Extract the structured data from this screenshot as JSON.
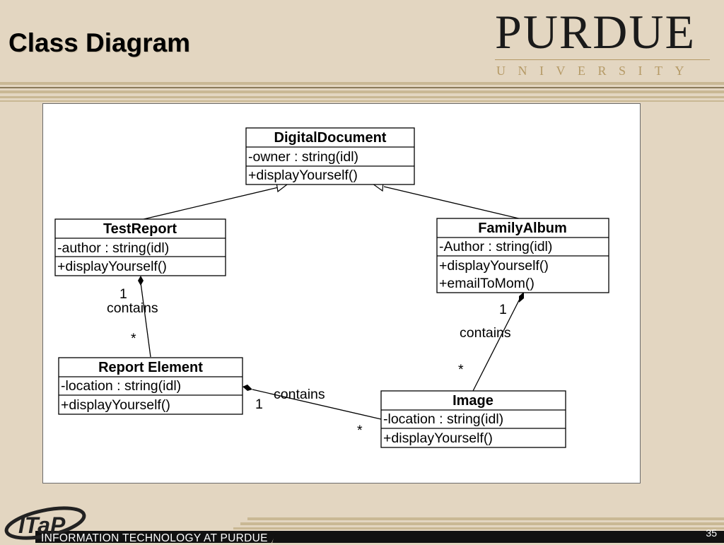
{
  "slide": {
    "title": "Class Diagram",
    "page_number": "35",
    "logo_text": "PURDUE",
    "logo_subtext": "UNIVERSITY",
    "footer_logo_text": "ITaP",
    "footer_text": "INFORMATION TECHNOLOGY AT PURDUE"
  },
  "colors": {
    "background": "#e3d6c1",
    "stripe": "#c9b894",
    "dark_band": "#111111",
    "panel": "#ffffff"
  },
  "diagram": {
    "classes": {
      "digital_document": {
        "name": "DigitalDocument",
        "attributes": [
          "-owner : string(idl)"
        ],
        "operations": [
          "+displayYourself()"
        ]
      },
      "test_report": {
        "name": "TestReport",
        "attributes": [
          "-author : string(idl)"
        ],
        "operations": [
          "+displayYourself()"
        ]
      },
      "family_album": {
        "name": "FamilyAlbum",
        "attributes": [
          "-Author : string(idl)"
        ],
        "operations": [
          "+displayYourself()",
          "+emailToMom()"
        ]
      },
      "report_element": {
        "name": "Report Element",
        "attributes": [
          "-location : string(idl)"
        ],
        "operations": [
          "+displayYourself()"
        ]
      },
      "image": {
        "name": "Image",
        "attributes": [
          "-location : string(idl)"
        ],
        "operations": [
          "+displayYourself()"
        ]
      }
    },
    "relations": {
      "test_report_contains": {
        "label": "contains",
        "whole_multiplicity": "1",
        "part_multiplicity": "*"
      },
      "family_album_contains": {
        "label": "contains",
        "whole_multiplicity": "1",
        "part_multiplicity": "*"
      },
      "report_element_contains": {
        "label": "contains",
        "whole_multiplicity": "1",
        "part_multiplicity": "*"
      }
    }
  }
}
